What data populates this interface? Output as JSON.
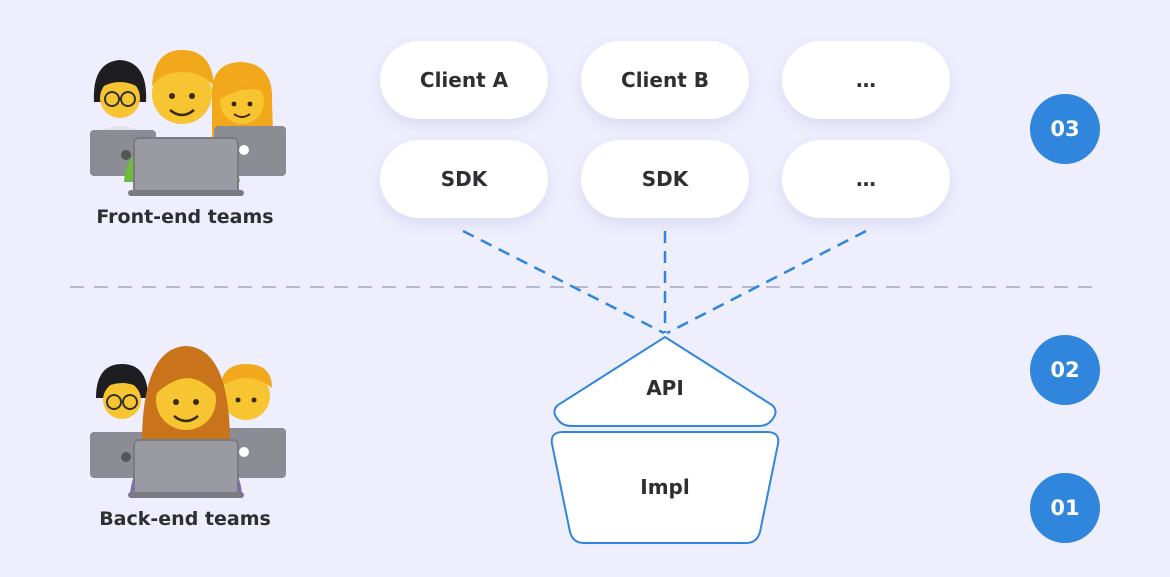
{
  "frontend": {
    "team_label": "Front-end teams",
    "clients": [
      "Client A",
      "Client B",
      "…"
    ],
    "sdks": [
      "SDK",
      "SDK",
      "…"
    ]
  },
  "backend": {
    "team_label": "Back-end teams",
    "api_label": "API",
    "impl_label": "Impl"
  },
  "layers": {
    "top": "03",
    "middle": "02",
    "bottom": "01"
  },
  "colors": {
    "background": "#eeeefd",
    "accent": "#2f86dc",
    "divider": "#b8b8cc",
    "pill": "#ffffff"
  },
  "icons": [
    "developer-team-icon",
    "laptop-icon"
  ]
}
